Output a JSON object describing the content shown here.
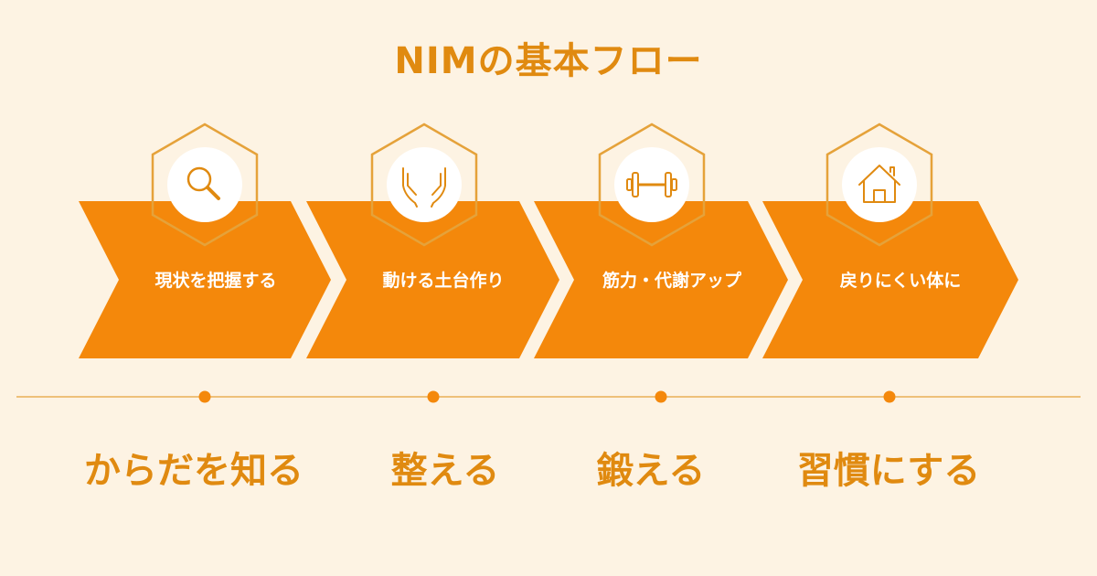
{
  "title": "NIMの基本フロー",
  "colors": {
    "background": "#fdf3e3",
    "arrow": "#f4880b",
    "accent": "#e08a10",
    "hexagon_stroke": "#e5a23a",
    "hexagon_fill": "#ffffff",
    "icon": "#e08a10"
  },
  "steps": [
    {
      "label": "現状を把握する",
      "icon": "magnifier-icon",
      "phase": "からだを知る"
    },
    {
      "label": "動ける土台作り",
      "icon": "hands-icon",
      "phase": "整える"
    },
    {
      "label": "筋力・代謝アップ",
      "icon": "dumbbell-icon",
      "phase": "鍛える"
    },
    {
      "label": "戻りにくい体に",
      "icon": "house-icon",
      "phase": "習慣にする"
    }
  ]
}
